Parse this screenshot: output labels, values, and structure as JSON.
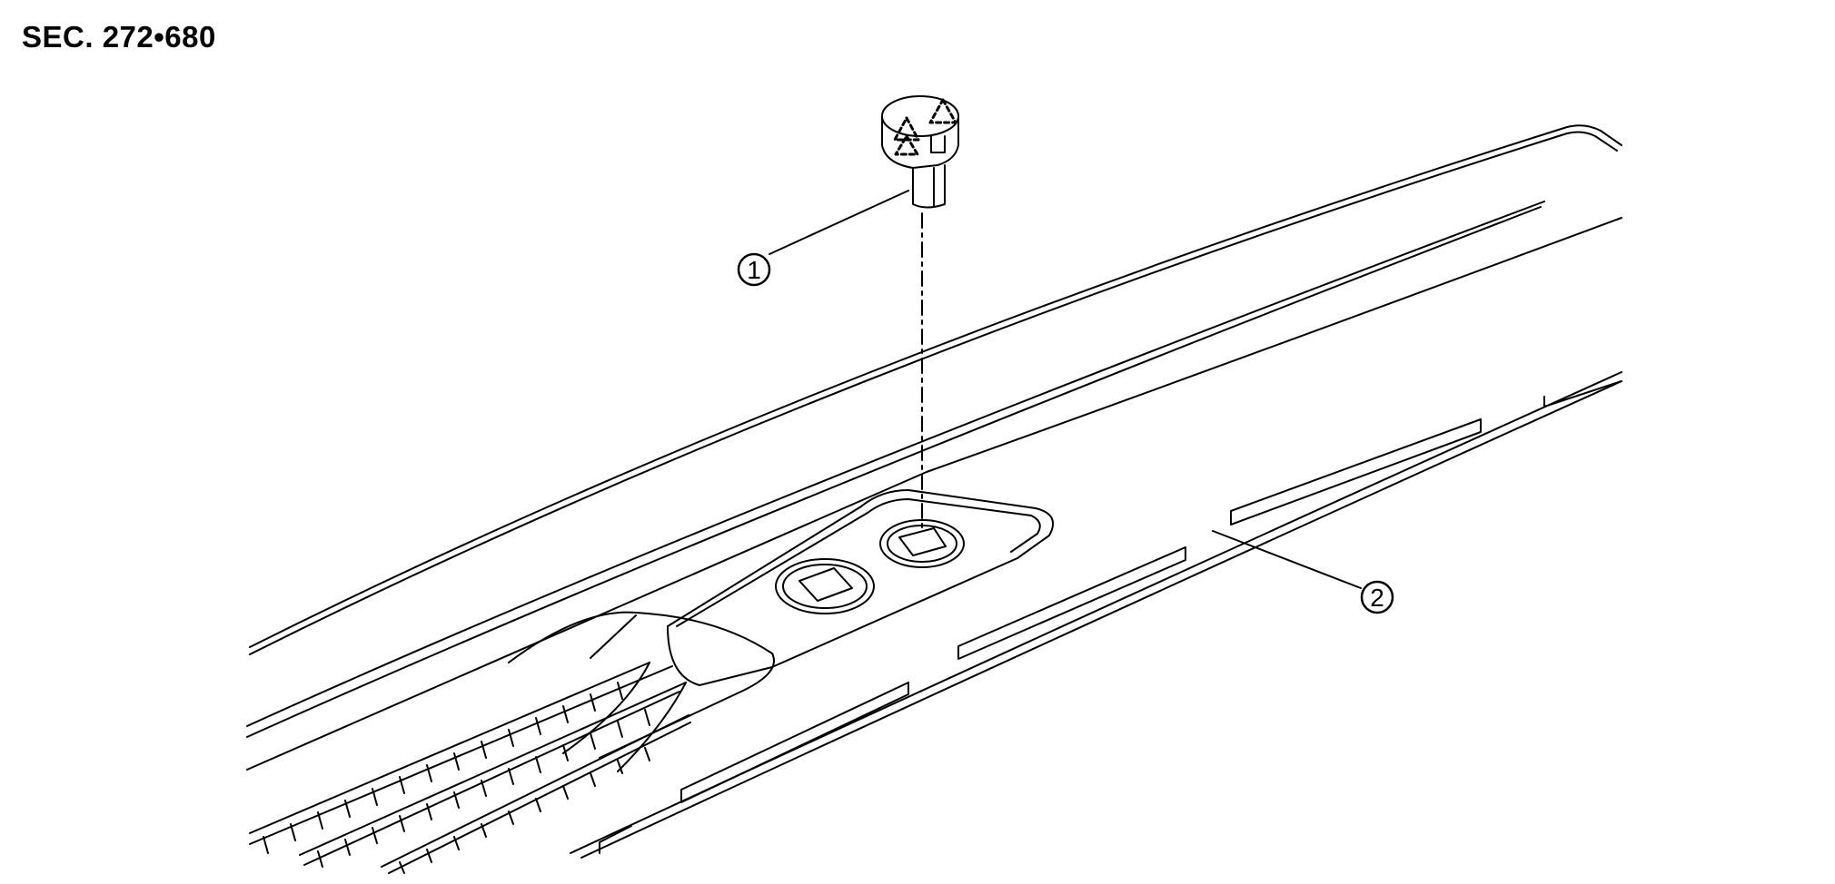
{
  "section_code": "SEC. 272•680",
  "callouts": [
    {
      "number": "1",
      "part": "clip"
    },
    {
      "number": "2",
      "part": "panel"
    }
  ],
  "colors": {
    "line": "#000000",
    "background": "#ffffff"
  }
}
